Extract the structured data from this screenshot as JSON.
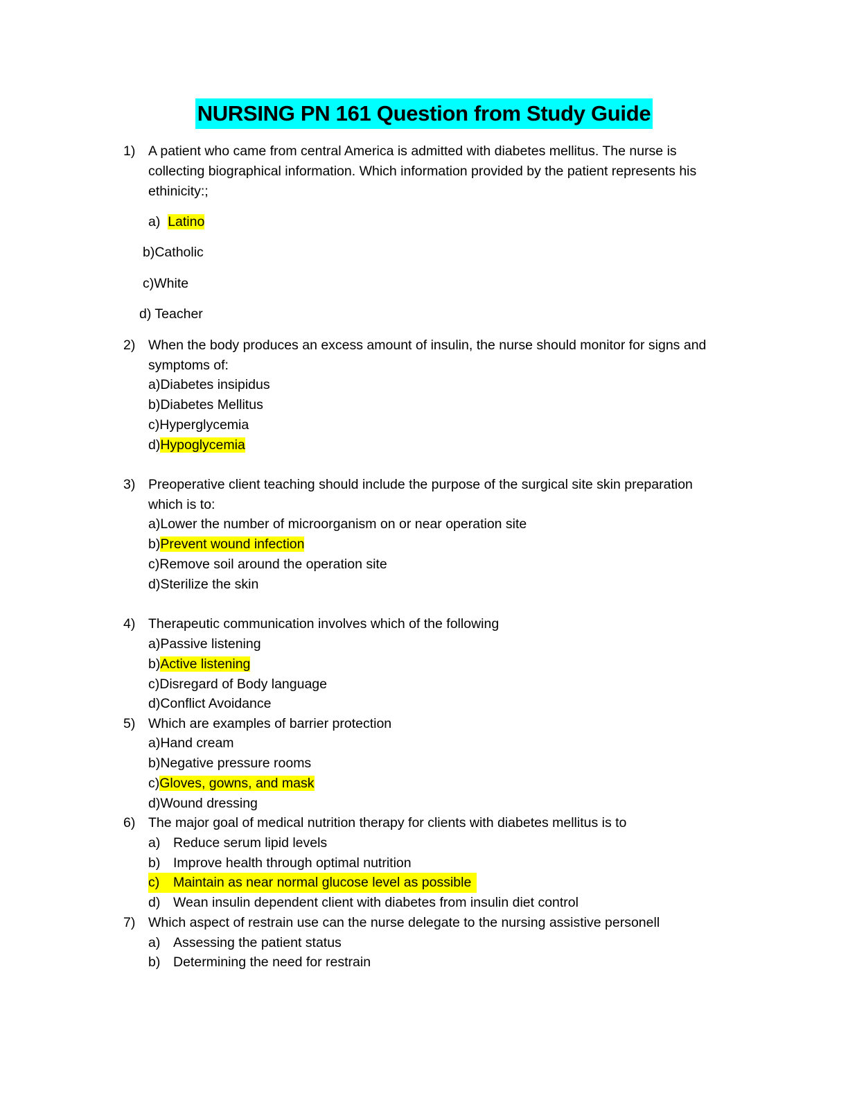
{
  "highlight_color": "#ffff00",
  "title_highlight_color": "#00ffff",
  "title": "NURSING PN 161 Question from Study Guide",
  "questions": [
    {
      "number": "1)",
      "lines": [
        "A patient who came from central America is admitted with diabetes mellitus. The nurse is",
        "collecting biographical information. Which information provided by the patient represents his",
        "ethinicity:;"
      ],
      "options": [
        {
          "prefix": "a)  ",
          "text": "Latino",
          "highlighted": true
        },
        {
          "prefix": "b)",
          "text": "Catholic",
          "highlighted": false
        },
        {
          "prefix": "c)",
          "text": "White",
          "highlighted": false
        },
        {
          "prefix": "d) ",
          "text": "Teacher",
          "highlighted": false
        }
      ]
    },
    {
      "number": "2)",
      "lines": [
        "When the body produces an excess amount of insulin, the nurse should monitor for signs and",
        "symptoms of:"
      ],
      "options": [
        {
          "prefix": "a)",
          "text": "Diabetes insipidus",
          "highlighted": false
        },
        {
          "prefix": "b)",
          "text": "Diabetes Mellitus",
          "highlighted": false
        },
        {
          "prefix": "c)",
          "text": "Hyperglycemia",
          "highlighted": false
        },
        {
          "prefix": "d)",
          "text": "Hypoglycemia",
          "highlighted": true
        }
      ]
    },
    {
      "number": "3)",
      "lines": [
        "Preoperative client teaching should include the purpose of the surgical site skin preparation",
        "which is to:"
      ],
      "options": [
        {
          "prefix": "a)",
          "text": "Lower the number of microorganism on or near operation site",
          "highlighted": false
        },
        {
          "prefix": "b)",
          "text": "Prevent wound infection",
          "highlighted": true
        },
        {
          "prefix": "c)",
          "text": "Remove soil around the operation site",
          "highlighted": false
        },
        {
          "prefix": "d)",
          "text": "Sterilize the skin",
          "highlighted": false
        }
      ]
    },
    {
      "number": "4)",
      "lines": [
        "Therapeutic communication involves which of the following"
      ],
      "options": [
        {
          "prefix": "a)",
          "text": "Passive listening",
          "highlighted": false
        },
        {
          "prefix": "b)",
          "text": "Active listening",
          "highlighted": true
        },
        {
          "prefix": "c)",
          "text": "Disregard of Body language",
          "highlighted": false
        },
        {
          "prefix": "d)",
          "text": "Conflict Avoidance",
          "highlighted": false
        }
      ]
    },
    {
      "number": "5)",
      "lines": [
        "Which are examples of barrier protection"
      ],
      "options": [
        {
          "prefix": "a)",
          "text": "Hand cream",
          "highlighted": false
        },
        {
          "prefix": "b)",
          "text": "Negative pressure rooms",
          "highlighted": false
        },
        {
          "prefix": "c)",
          "text": "Gloves, gowns, and mask",
          "highlighted": true
        },
        {
          "prefix": "d)",
          "text": "Wound dressing",
          "highlighted": false
        }
      ]
    },
    {
      "number": "6)",
      "lines": [
        "The major goal of medical nutrition therapy for clients with diabetes mellitus is to"
      ],
      "options": [
        {
          "prefix": "a)",
          "text": "Reduce serum lipid levels",
          "highlighted": false
        },
        {
          "prefix": "b)",
          "text": "Improve health through optimal nutrition",
          "highlighted": false
        },
        {
          "prefix": "c)",
          "text": "Maintain as near normal glucose level as possible",
          "highlighted": true
        },
        {
          "prefix": "d)",
          "text": "Wean insulin dependent client with diabetes from insulin diet control",
          "highlighted": false
        }
      ]
    },
    {
      "number": "7)",
      "lines": [
        "Which aspect of restrain use can the nurse delegate to the nursing assistive personell"
      ],
      "options": [
        {
          "prefix": "a)",
          "text": "Assessing the patient status",
          "highlighted": false
        },
        {
          "prefix": "b)",
          "text": "Determining the need for restrain",
          "highlighted": false
        }
      ]
    }
  ]
}
